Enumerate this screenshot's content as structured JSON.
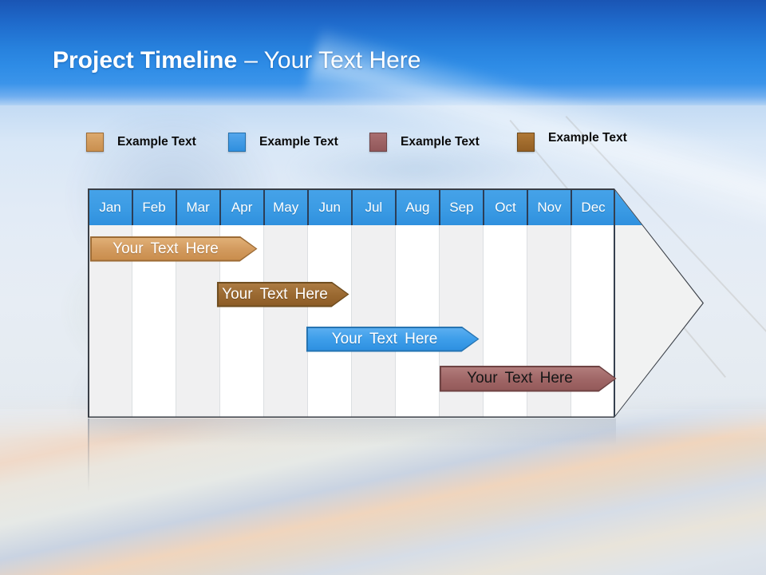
{
  "slide_title": {
    "primary": "Project Timeline",
    "secondary": "– Your Text Here"
  },
  "legend": {
    "items": [
      {
        "label": "Example Text",
        "color": "#D1995C",
        "swatch_css": "background:linear-gradient(180deg,#DCA96E,#C98F4F);border:1px solid #9C6B35"
      },
      {
        "label": "Example Text",
        "color": "#3E9BE8",
        "swatch_css": "background:linear-gradient(180deg,#54A6EC,#2F8FDE);border:1px solid #2470AC"
      },
      {
        "label": "Example Text",
        "color": "#9D6164",
        "swatch_css": "background:linear-gradient(180deg,#A96E70,#91575A);border:1px solid #6F4548"
      },
      {
        "label": "Example Text",
        "color": "#A9712F",
        "swatch_css": "background:linear-gradient(180deg,#AF7836,#935F24);border:1px solid #6E4A1C"
      }
    ]
  },
  "timeline": {
    "months": [
      "Jan",
      "Feb",
      "Mar",
      "Apr",
      "May",
      "Jun",
      "Jul",
      "Aug",
      "Sep",
      "Oct",
      "Nov",
      "Dec"
    ],
    "header_color": "#3B9BE4",
    "bars": [
      {
        "label": "Your Text Here",
        "start": "Jan",
        "end": "Apr",
        "color": "#D29A5E",
        "border_css": "background:#9C6B35",
        "fill_css": "background:linear-gradient(180deg,#E0B077 0%,#D29A5E 50%,#C98D4C 100%);color:#FFFFFF"
      },
      {
        "label": "Your Text Here",
        "start": "Apr",
        "end": "Jun",
        "color": "#9A6931",
        "border_css": "background:#6F4D1F",
        "fill_css": "background:linear-gradient(180deg,#AC7B43 0%,#9A6931 50%,#8C5C26 100%);color:#FFFFFF"
      },
      {
        "label": "Your Text Here",
        "start": "Jun",
        "end": "Sep",
        "color": "#3D9DE9",
        "border_css": "background:#2674B2",
        "fill_css": "background:linear-gradient(180deg,#5BAEF0 0%,#3D9DE9 50%,#2D8FE0 100%);color:#FFFFFF"
      },
      {
        "label": "Your Text Here",
        "start": "Sep",
        "end": "Dec",
        "color": "#A06767",
        "border_css": "background:#6E4242",
        "fill_css": "background:linear-gradient(180deg,#B17C7B 0%,#A06767 50%,#935959 100%);color:#161616"
      }
    ]
  },
  "chart_data": {
    "type": "gantt",
    "title": "Project Timeline – Your Text Here",
    "categories": [
      "Jan",
      "Feb",
      "Mar",
      "Apr",
      "May",
      "Jun",
      "Jul",
      "Aug",
      "Sep",
      "Oct",
      "Nov",
      "Dec"
    ],
    "bars": [
      {
        "label": "Your Text Here",
        "start_month": "Jan",
        "end_month": "Apr",
        "color": "#D29A5E"
      },
      {
        "label": "Your Text Here",
        "start_month": "Apr",
        "end_month": "Jun",
        "color": "#9A6931"
      },
      {
        "label": "Your Text Here",
        "start_month": "Jun",
        "end_month": "Sep",
        "color": "#3D9DE9"
      },
      {
        "label": "Your Text Here",
        "start_month": "Sep",
        "end_month": "Dec",
        "color": "#A06767"
      }
    ],
    "legend_entries": [
      "Example Text",
      "Example Text",
      "Example Text",
      "Example Text"
    ]
  }
}
